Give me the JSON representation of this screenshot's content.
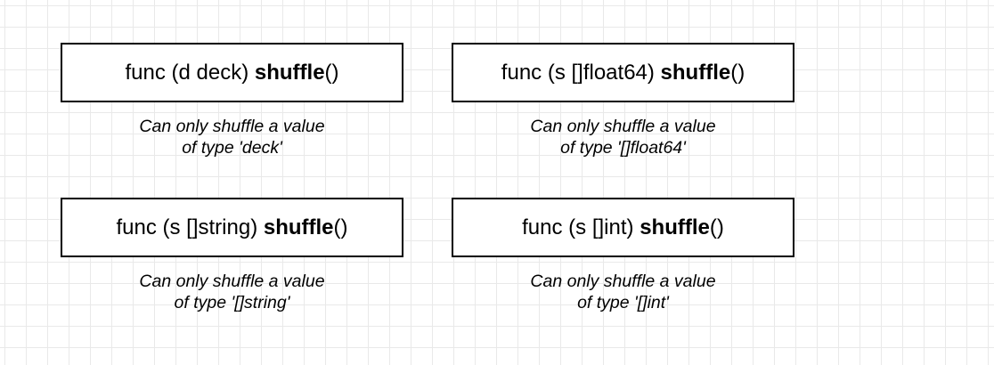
{
  "cards": [
    {
      "signature_prefix": "func (d deck) ",
      "method": "shuffle",
      "signature_suffix": "()",
      "caption_line1": "Can only shuffle a value",
      "caption_line2": "of type 'deck'"
    },
    {
      "signature_prefix": "func (s []float64) ",
      "method": "shuffle",
      "signature_suffix": "()",
      "caption_line1": "Can only shuffle a value",
      "caption_line2": "of type '[]float64'"
    },
    {
      "signature_prefix": "func (s []string) ",
      "method": "shuffle",
      "signature_suffix": "()",
      "caption_line1": "Can only shuffle a value",
      "caption_line2": "of type '[]string'"
    },
    {
      "signature_prefix": "func (s []int) ",
      "method": "shuffle",
      "signature_suffix": "()",
      "caption_line1": "Can only shuffle a value",
      "caption_line2": "of type '[]int'"
    }
  ]
}
